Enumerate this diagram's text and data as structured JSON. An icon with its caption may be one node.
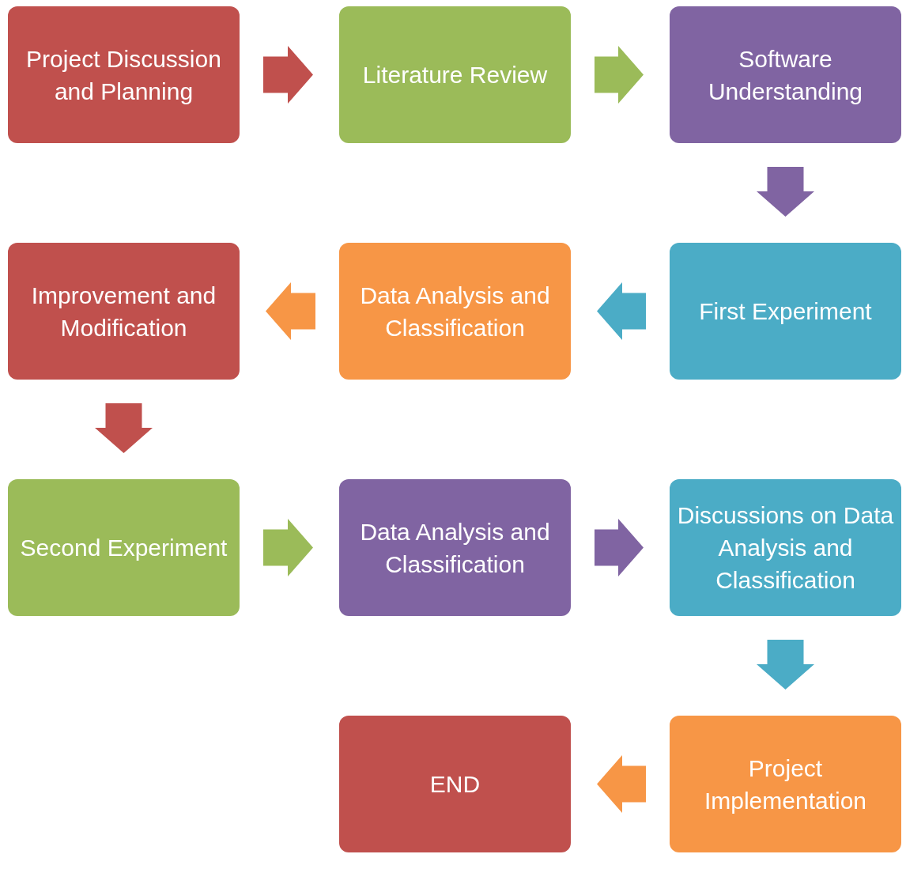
{
  "diagram": {
    "nodes": [
      {
        "text": [
          "Project Discussion and Planning"
        ]
      },
      {
        "text": [
          "Literature Review"
        ]
      },
      {
        "text": [
          "Software Understanding"
        ]
      },
      {
        "text": [
          "Improvement and Modification"
        ]
      },
      {
        "text": [
          "Data Analysis and Classification"
        ]
      },
      {
        "text": [
          "First Experiment"
        ]
      },
      {
        "text": [
          "Second Experiment"
        ]
      },
      {
        "text": [
          "Data Analysis and Classification"
        ]
      },
      {
        "text": [
          "Discussions on Data Analysis and Classification"
        ]
      },
      {
        "text": [
          "END"
        ]
      },
      {
        "text": [
          "Project Implementation"
        ]
      }
    ],
    "edges": [
      {
        "from": 0,
        "to": 1,
        "arrow": "to",
        "color": "#c0504d"
      },
      {
        "from": 1,
        "to": 2,
        "arrow": "to",
        "color": "#9bbb59"
      },
      {
        "from": 2,
        "to": 5,
        "arrow": "to",
        "color": "#8064a2"
      },
      {
        "from": 5,
        "to": 4,
        "arrow": "to",
        "color": "#4bacc6"
      },
      {
        "from": 4,
        "to": 3,
        "arrow": "to",
        "color": "#f79646"
      },
      {
        "from": 3,
        "to": 6,
        "arrow": "to",
        "color": "#c0504d"
      },
      {
        "from": 6,
        "to": 7,
        "arrow": "to",
        "color": "#9bbb59"
      },
      {
        "from": 7,
        "to": 8,
        "arrow": "to",
        "color": "#8064a2"
      },
      {
        "from": 8,
        "to": 10,
        "arrow": "to",
        "color": "#4bacc6"
      },
      {
        "from": 10,
        "to": 9,
        "arrow": "to",
        "color": "#f79646"
      }
    ]
  }
}
